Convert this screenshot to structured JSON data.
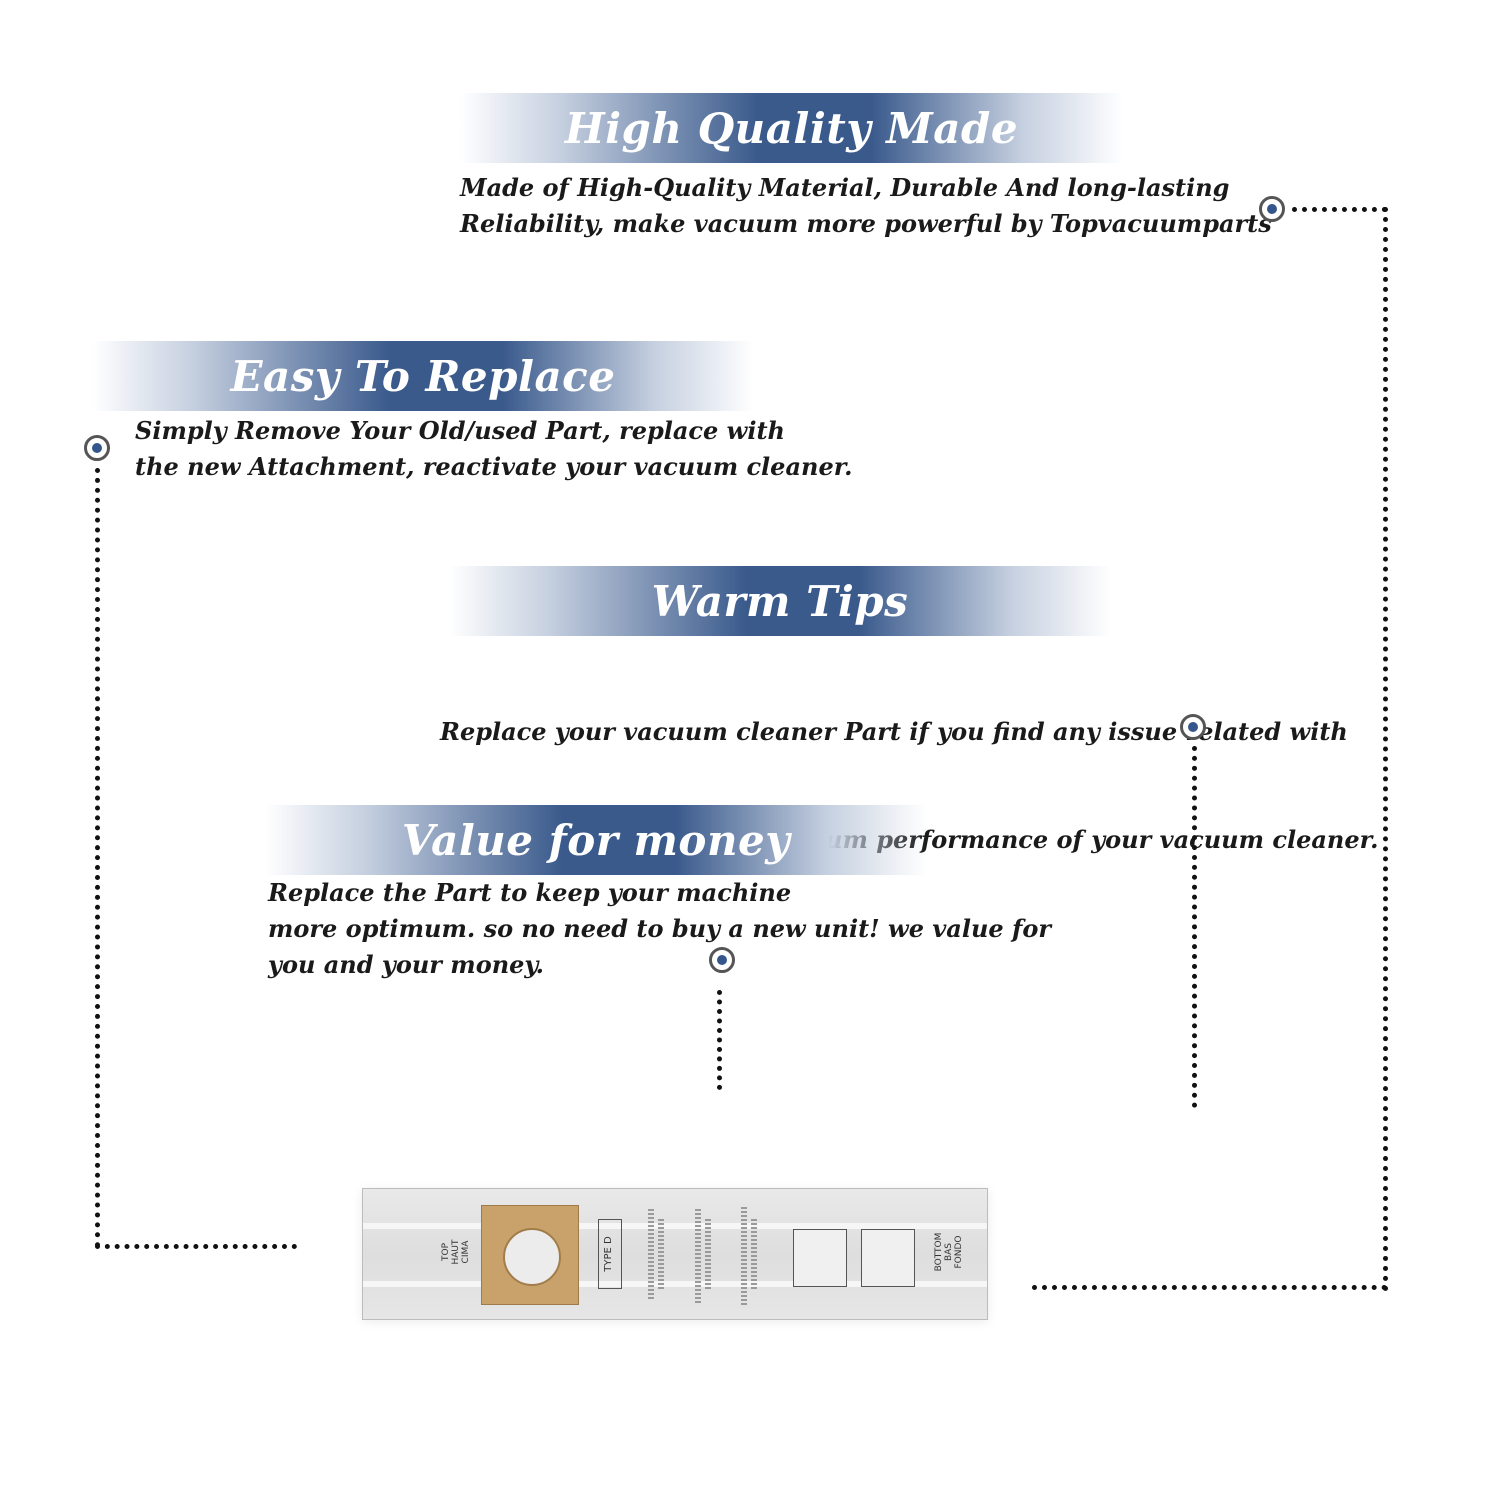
{
  "sections": [
    {
      "title": "High Quality Made",
      "lines": [
        "Made of  High-Quality Material, Durable And long-lasting",
        "Reliability, make vacuum more powerful by Topvacuumparts"
      ]
    },
    {
      "title": "Easy To Replace",
      "lines": [
        "Simply Remove Your Old/used Part, replace with",
        "the new Attachment, reactivate your vacuum cleaner."
      ]
    },
    {
      "title": "Warm Tips",
      "lines": [
        "Replace your vacuum cleaner Part if you find any issue related with",
        " attachment to ensure optimum performance of your vacuum cleaner."
      ]
    },
    {
      "title": "Value for money",
      "lines": [
        "Replace the Part to keep your machine",
        "more optimum. so no need to buy a new unit! we value for",
        "you and your money."
      ]
    }
  ],
  "product": {
    "top_label": "TOP\nHAUT\nCIMA",
    "type_label": "TYPE D",
    "bottom_label": "BOTTOM\nBAS\nFONDO"
  },
  "colors": {
    "banner": "#3a5a8c",
    "dot": "#35568c",
    "text": "#1a1a1a"
  }
}
